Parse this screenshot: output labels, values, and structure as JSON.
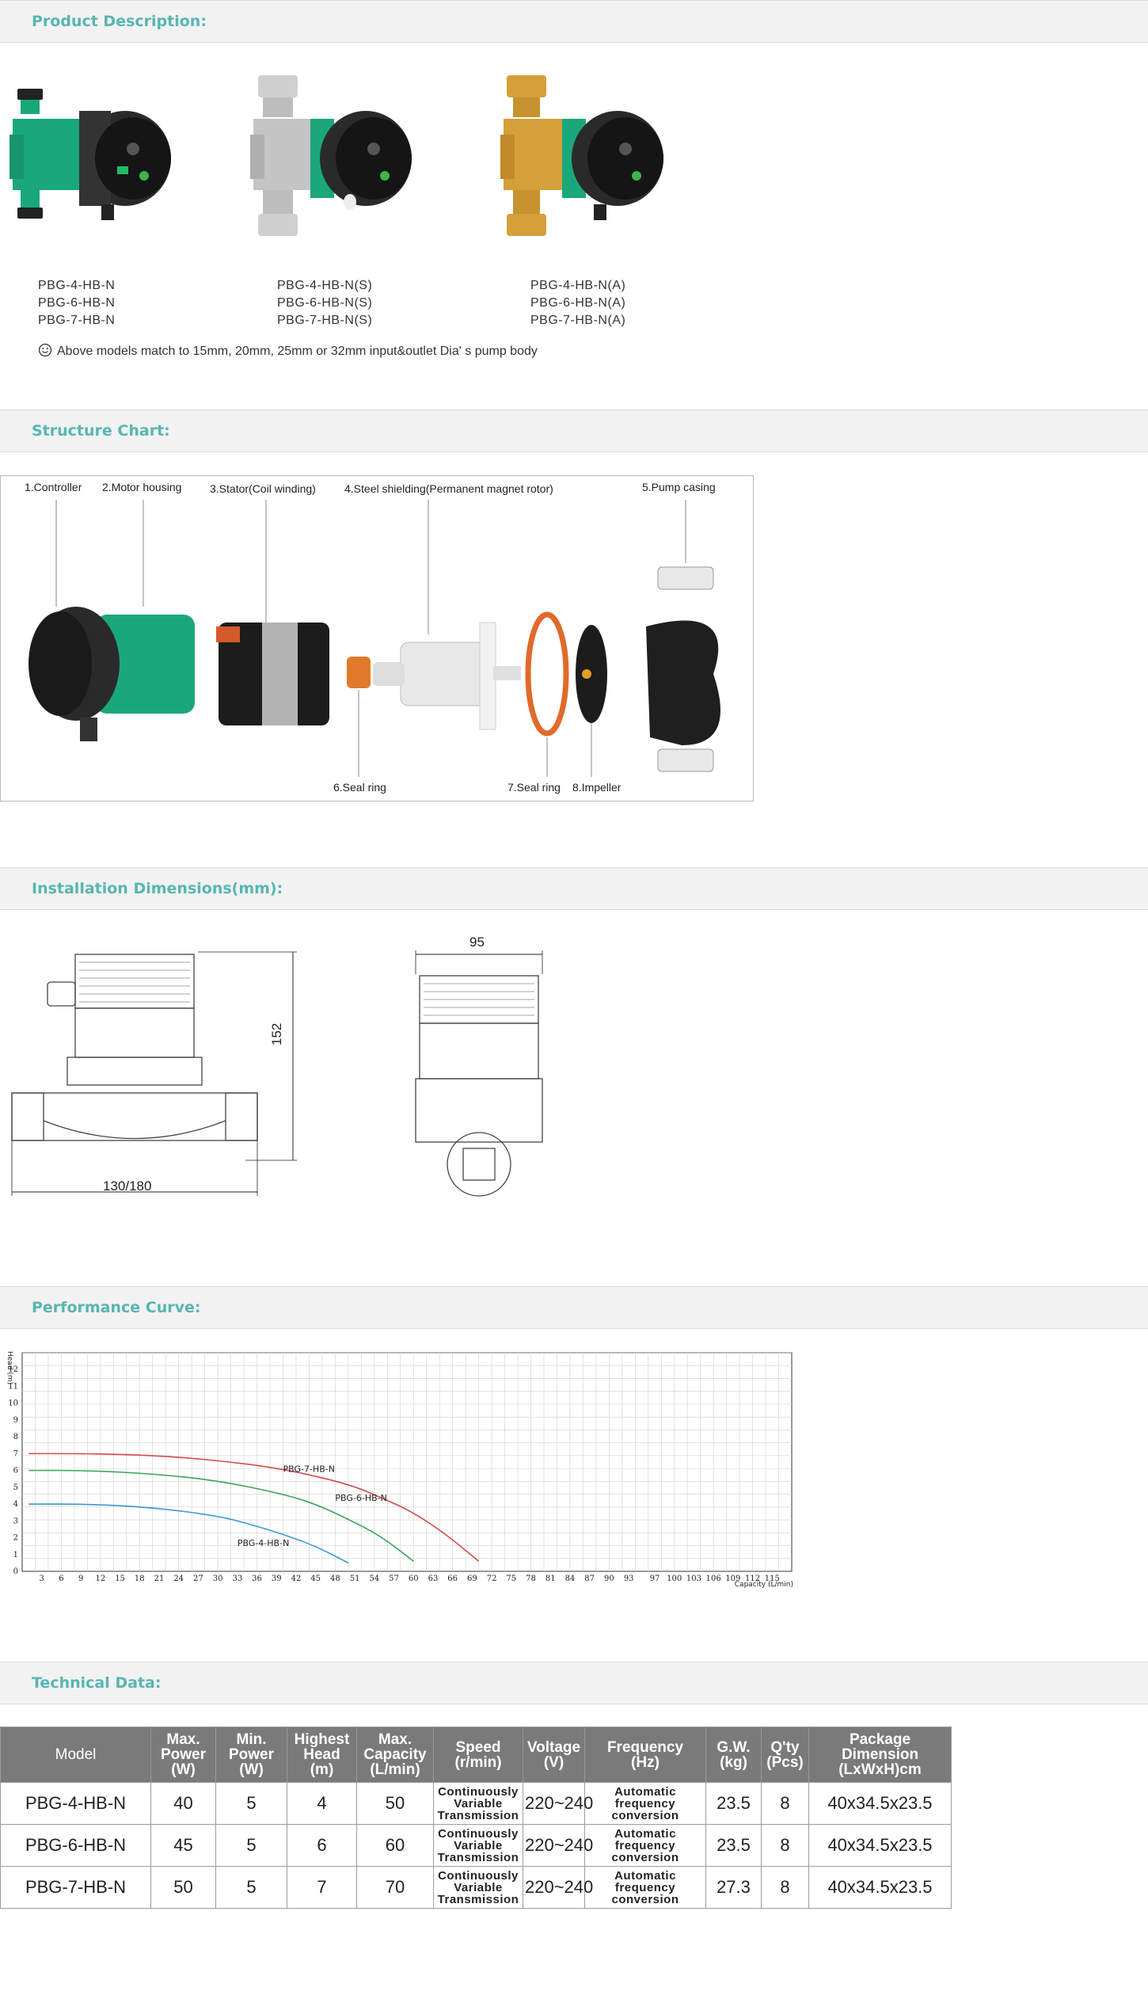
{
  "sections": {
    "product": "Product Description:",
    "structure": "Structure Chart:",
    "installation": "Installation Dimensions(mm):",
    "performance": "Performance Curve:",
    "technical": "Technical Data:"
  },
  "products": [
    {
      "color": "#1aa87a",
      "models": [
        "PBG-4-HB-N",
        "PBG-6-HB-N",
        "PBG-7-HB-N"
      ]
    },
    {
      "color": "#c8c8c8",
      "models": [
        "PBG-4-HB-N(S)",
        "PBG-6-HB-N(S)",
        "PBG-7-HB-N(S)"
      ]
    },
    {
      "color": "#d4a03a",
      "models": [
        "PBG-4-HB-N(A)",
        "PBG-6-HB-N(A)",
        "PBG-7-HB-N(A)"
      ]
    }
  ],
  "product_note": "Above models match to 15mm, 20mm, 25mm or 32mm input&outlet Dia' s pump body",
  "structure": {
    "controller": "1.Controller",
    "motor_housing": "2.Motor housing",
    "stator": "3.Stator(Coil winding)",
    "steel_shielding": "4.Steel shielding(Permanent magnet rotor)",
    "pump_casing": "5.Pump casing",
    "seal_ring_6": "6.Seal ring",
    "seal_ring_7": "7.Seal ring",
    "impeller": "8.Impeller"
  },
  "dimensions": {
    "height": "152",
    "length": "130/180",
    "width": "95"
  },
  "chart_data": {
    "type": "line",
    "ylabel": "Head (m)",
    "xlabel": "Capacity (L/min)",
    "x_ticks": [
      "3",
      "6",
      "9",
      "12",
      "15",
      "18",
      "21",
      "24",
      "27",
      "30",
      "33",
      "36",
      "39",
      "42",
      "45",
      "48",
      "51",
      "54",
      "57",
      "60",
      "63",
      "66",
      "69",
      "72",
      "75",
      "78",
      "81",
      "84",
      "87",
      "90",
      "93",
      "97",
      "100",
      "103",
      "106",
      "109",
      "112",
      "115"
    ],
    "y_ticks": [
      "0",
      "1",
      "2",
      "3",
      "4",
      "5",
      "6",
      "7",
      "8",
      "9",
      "10",
      "11",
      "12"
    ],
    "xlim": [
      0,
      118
    ],
    "ylim": [
      0,
      13
    ],
    "series": [
      {
        "name": "PBG-7-HB-N",
        "color": "#d44a4a",
        "x": [
          1,
          10,
          20,
          30,
          40,
          50,
          55,
          60,
          65,
          70
        ],
        "y": [
          7,
          7,
          6.9,
          6.6,
          6.1,
          5.2,
          4.4,
          3.5,
          2.2,
          0.6
        ]
      },
      {
        "name": "PBG-6-HB-N",
        "color": "#3aa35a",
        "x": [
          1,
          10,
          20,
          30,
          40,
          45,
          50,
          55,
          60
        ],
        "y": [
          6,
          6,
          5.8,
          5.4,
          4.6,
          4,
          3.1,
          2.1,
          0.6
        ]
      },
      {
        "name": "PBG-4-HB-N",
        "color": "#3a9ad4",
        "x": [
          1,
          10,
          20,
          30,
          35,
          40,
          45,
          50
        ],
        "y": [
          4,
          4,
          3.8,
          3.3,
          2.8,
          2.2,
          1.5,
          0.5
        ]
      }
    ]
  },
  "table": {
    "headers": [
      [
        "Model"
      ],
      [
        "Max.",
        "Power",
        "(W)"
      ],
      [
        "Min.",
        "Power",
        "(W)"
      ],
      [
        "Highest",
        "Head",
        "(m)"
      ],
      [
        "Max.",
        "Capacity",
        "(L/min)"
      ],
      [
        "Speed",
        "(r/min)"
      ],
      [
        "Voltage",
        "(V)"
      ],
      [
        "Frequency",
        "(Hz)"
      ],
      [
        "G.W.",
        "(kg)"
      ],
      [
        "Q'ty",
        "(Pcs)"
      ],
      [
        "Package",
        "Dimension",
        "(LxWxH)cm"
      ]
    ],
    "rows": [
      {
        "model": "PBG-4-HB-N",
        "max_power": "40",
        "min_power": "5",
        "head": "4",
        "capacity": "50",
        "speed": [
          "Continuously",
          "Variable",
          "Transmission"
        ],
        "voltage": "220~240",
        "frequency": [
          "Automatic",
          "frequency",
          "conversion"
        ],
        "gw": "23.5",
        "qty": "8",
        "package": "40x34.5x23.5"
      },
      {
        "model": "PBG-6-HB-N",
        "max_power": "45",
        "min_power": "5",
        "head": "6",
        "capacity": "60",
        "speed": [
          "Continuously",
          "Variable",
          "Transmission"
        ],
        "voltage": "220~240",
        "frequency": [
          "Automatic",
          "frequency",
          "conversion"
        ],
        "gw": "23.5",
        "qty": "8",
        "package": "40x34.5x23.5"
      },
      {
        "model": "PBG-7-HB-N",
        "max_power": "50",
        "min_power": "5",
        "head": "7",
        "capacity": "70",
        "speed": [
          "Continuously",
          "Variable",
          "Transmission"
        ],
        "voltage": "220~240",
        "frequency": [
          "Automatic",
          "frequency",
          "conversion"
        ],
        "gw": "27.3",
        "qty": "8",
        "package": "40x34.5x23.5"
      }
    ]
  }
}
